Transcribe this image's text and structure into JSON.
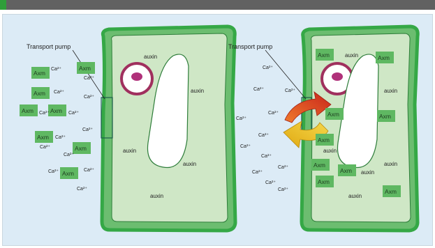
{
  "left_panel": {
    "label_pump": "Transport pump",
    "cell_texts": [
      "auxin",
      "auxin",
      "auxin",
      "auxin",
      "auxin"
    ],
    "outside_boxes": [
      "Axm",
      "Axm",
      "Axm",
      "Axm",
      "Axm",
      "Axm",
      "Axm",
      "Axm"
    ],
    "ca_ions": [
      "Ca²⁺",
      "Ca²⁺",
      "Ca²⁺",
      "Ca²⁺",
      "Ca²⁺",
      "Ca²⁺",
      "Ca²⁺",
      "Ca²⁺",
      "Ca²⁺",
      "Ca²⁺",
      "Ca²⁺",
      "Ca²⁺",
      "Ca²⁺"
    ]
  },
  "right_panel": {
    "label_pump": "Transport pump",
    "cell_texts": [
      "auxin",
      "auxin",
      "auxin",
      "auxin",
      "auxin",
      "auxin"
    ],
    "inside_boxes": [
      "Axm",
      "Axm",
      "Axm",
      "Axm",
      "Axm",
      "Axm",
      "Axm",
      "Axm",
      "Axm"
    ],
    "ca_ions": [
      "Ca²⁺",
      "Ca²⁺",
      "Ca²⁺",
      "Ca²⁺",
      "Ca²⁺",
      "Ca²⁺",
      "Ca²⁺",
      "Ca²⁺",
      "Ca²⁺",
      "Ca²⁺",
      "Ca²⁺",
      "Ca²⁺"
    ]
  },
  "colors": {
    "cell_wall": "#35a846",
    "cytoplasm": "#cfe7c6",
    "nucleus_ring": "#a0305e",
    "box_fill": "#5fb862",
    "arrow_red": "#d9362b",
    "arrow_yellow": "#f2c31f",
    "header_bar": "#616161",
    "header_accent": "#2f9e3a",
    "background": "#dcebf6"
  }
}
